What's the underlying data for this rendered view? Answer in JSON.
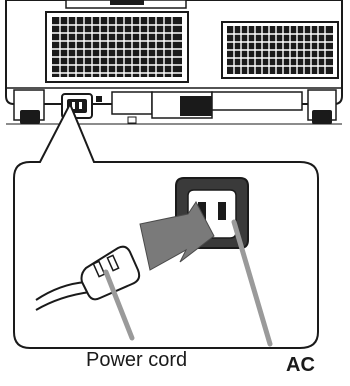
{
  "labels": {
    "power_cord": "Power cord",
    "ac": "AC"
  },
  "colors": {
    "outline": "#1a1a1a",
    "body_fill": "#ffffff",
    "vent_fill": "#1a1a1a",
    "arrow_fill": "#7a7a7a",
    "socket_fill": "#3a3a3a",
    "leader": "#9a9a9a"
  },
  "icons": [
    "projector-rear-illustration",
    "ac-inlet-icon",
    "insert-arrow-icon",
    "power-plug-icon"
  ]
}
